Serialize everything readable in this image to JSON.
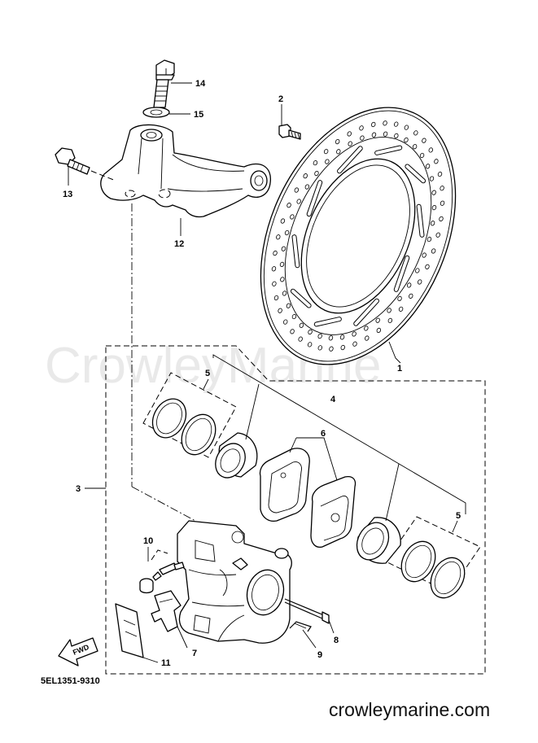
{
  "diagram": {
    "watermark": "CrowleyMarine",
    "part_number": "5EL1351-9310",
    "website": "crowleymarine.com",
    "fwd_label": "FWD",
    "callouts": [
      {
        "id": "1",
        "label": "1"
      },
      {
        "id": "2",
        "label": "2"
      },
      {
        "id": "3",
        "label": "3"
      },
      {
        "id": "4",
        "label": "4"
      },
      {
        "id": "5a",
        "label": "5"
      },
      {
        "id": "5b",
        "label": "5"
      },
      {
        "id": "6",
        "label": "6"
      },
      {
        "id": "7",
        "label": "7"
      },
      {
        "id": "8",
        "label": "8"
      },
      {
        "id": "9",
        "label": "9"
      },
      {
        "id": "10",
        "label": "10"
      },
      {
        "id": "11",
        "label": "11"
      },
      {
        "id": "12",
        "label": "12"
      },
      {
        "id": "13",
        "label": "13"
      },
      {
        "id": "14",
        "label": "14"
      },
      {
        "id": "15",
        "label": "15"
      }
    ]
  }
}
